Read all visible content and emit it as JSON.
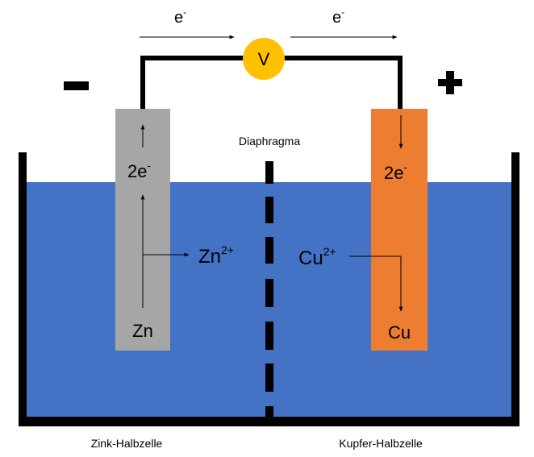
{
  "electron_left": "e",
  "electron_right": "e",
  "electron_charge": "-",
  "voltmeter": "V",
  "minus_sign": "−",
  "plus_sign": "+",
  "diaphragm": "Diaphragma",
  "zinc": {
    "electrons_coef": "2e",
    "electrons_charge": "-",
    "ion_base": "Zn",
    "ion_charge": "2+",
    "element": "Zn",
    "caption": "Zink-Halbzelle"
  },
  "copper": {
    "electrons_coef": "2e",
    "electrons_charge": "-",
    "ion_base": "Cu",
    "ion_charge": "2+",
    "element": "Cu",
    "caption": "Kupfer-Halbzelle"
  },
  "colors": {
    "electrolyte": "#4472C4",
    "zinc_electrode": "#A6A6A6",
    "copper_electrode": "#ED7D31",
    "voltmeter": "#FFC000"
  }
}
